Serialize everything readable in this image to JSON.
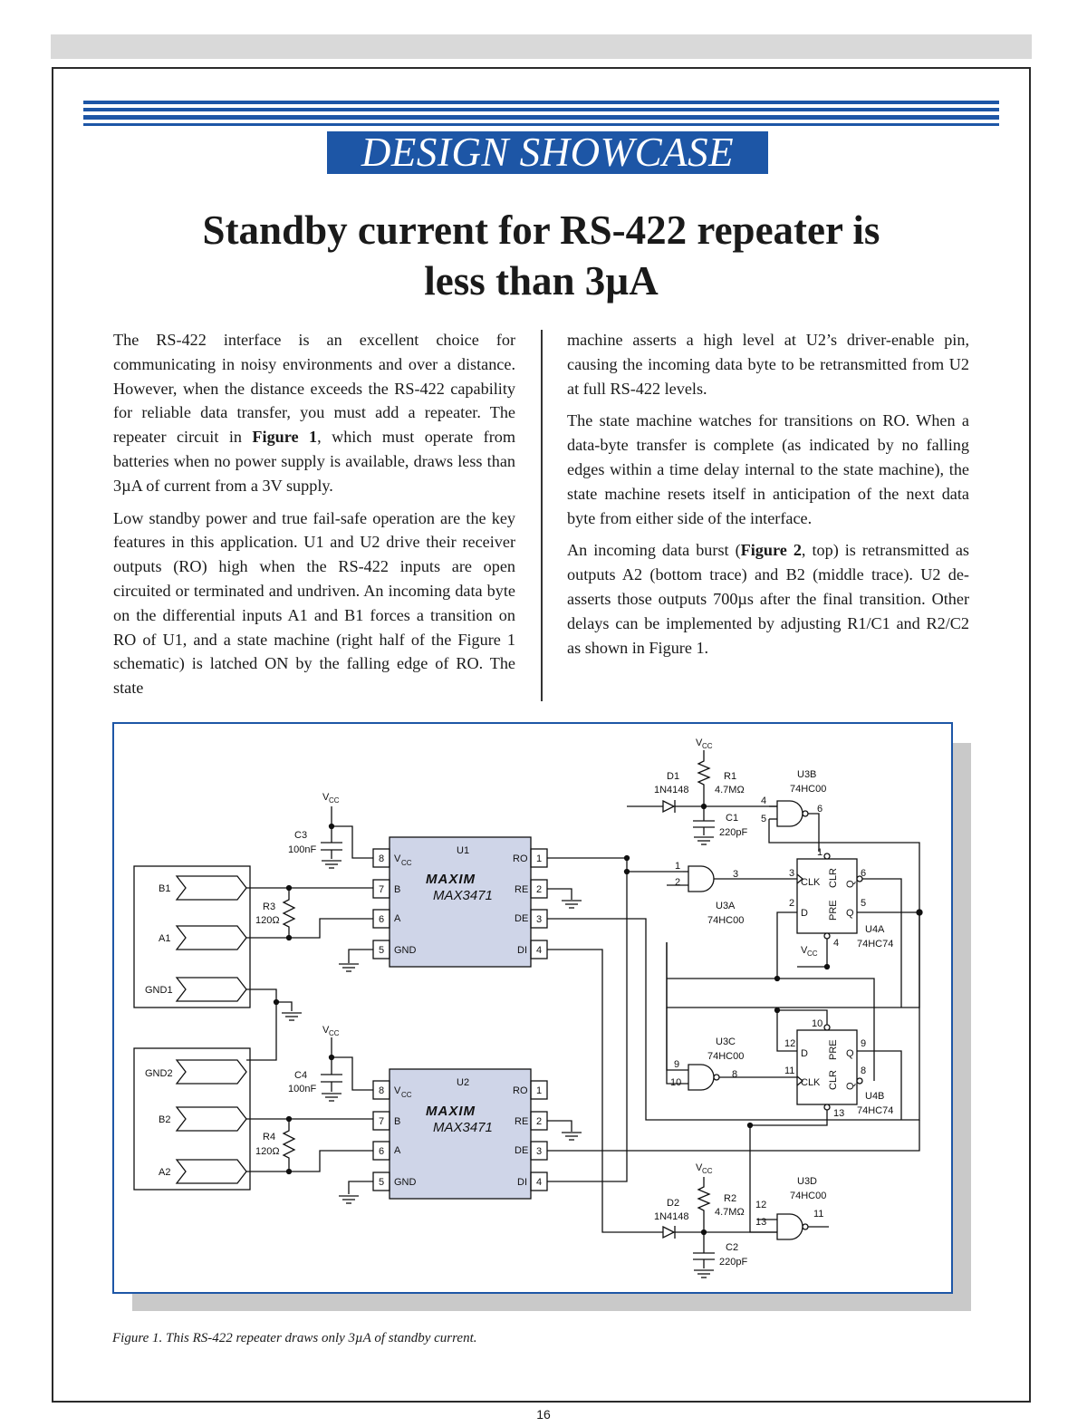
{
  "banner": "DESIGN SHOWCASE",
  "title_line1": "Standby current for RS-422 repeater is",
  "title_line2": "less than 3µA",
  "left_col": {
    "p1": {
      "a": "The RS-422 interface is an excellent choice for communicating in noisy environments and over a distance. However, when the distance exceeds the RS-422 capability for reliable data transfer, you must add a repeater. The repeater circuit in ",
      "b": "Figure 1",
      "c": ", which must operate from batteries when no power supply is available, draws less than 3µA of current from a 3V supply."
    },
    "p2": "Low standby power and true fail-safe operation are the key features in this application. U1 and U2 drive their receiver outputs (RO) high when the RS-422 inputs are open circuited or terminated and undriven. An incoming data byte on the differential inputs A1 and B1 forces a transition on RO of U1, and a state machine (right half of the Figure 1 schematic) is latched ON by the falling edge of RO. The state"
  },
  "right_col": {
    "p1": "machine asserts a high level at U2’s driver-enable pin, causing the incoming data byte to be retransmitted from U2 at full RS-422 levels.",
    "p2": "The state machine watches for transitions on RO. When a data-byte transfer is complete (as indicated by no falling edges within a time delay internal to the state machine), the state machine resets itself in anticipation of the next data byte from either side of the interface.",
    "p3": {
      "a": "An incoming data burst (",
      "b": "Figure 2",
      "c": ", top) is retransmitted as outputs A2 (bottom trace) and B2 (middle trace). U2 de-asserts those outputs 700µs after the final transition. Other delays can be implemented by adjusting R1/C1 and R2/C2 as shown in Figure 1."
    }
  },
  "schematic": {
    "vcc": "V",
    "vcc_sub": "CC",
    "u1": "U1",
    "u2": "U2",
    "chip": "MAX3471",
    "logo": "MAXIM",
    "pins_left": [
      {
        "num": "8",
        "name": "V",
        "sub": "CC"
      },
      {
        "num": "7",
        "name": "B"
      },
      {
        "num": "6",
        "name": "A"
      },
      {
        "num": "5",
        "name": "GND"
      }
    ],
    "pins_right": [
      {
        "num": "1",
        "name": "RO"
      },
      {
        "num": "2",
        "name": "RE"
      },
      {
        "num": "3",
        "name": "DE"
      },
      {
        "num": "4",
        "name": "DI"
      }
    ],
    "c3": {
      "ref": "C3",
      "val": "100nF"
    },
    "c4": {
      "ref": "C4",
      "val": "100nF"
    },
    "r3": {
      "ref": "R3",
      "val": "120Ω"
    },
    "r4": {
      "ref": "R4",
      "val": "120Ω"
    },
    "conn1": [
      "B1",
      "A1",
      "GND1"
    ],
    "conn2": [
      "GND2",
      "B2",
      "A2"
    ],
    "d1": {
      "ref": "D1",
      "val": "1N4148"
    },
    "d2": {
      "ref": "D2",
      "val": "1N4148"
    },
    "r1": {
      "ref": "R1",
      "val": "4.7MΩ"
    },
    "r2": {
      "ref": "R2",
      "val": "4.7MΩ"
    },
    "c1": {
      "ref": "C1",
      "val": "220pF"
    },
    "c2": {
      "ref": "C2",
      "val": "220pF"
    },
    "u3a": {
      "ref": "U3A",
      "val": "74HC00",
      "in1": "1",
      "in2": "2",
      "out": "3"
    },
    "u3b": {
      "ref": "U3B",
      "val": "74HC00",
      "in1": "4",
      "in2": "5",
      "out": "6"
    },
    "u3c": {
      "ref": "U3C",
      "val": "74HC00",
      "in1": "9",
      "in2": "10",
      "out": "8"
    },
    "u3d": {
      "ref": "U3D",
      "val": "74HC00",
      "in1": "12",
      "in2": "13",
      "out": "11"
    },
    "u4a": {
      "ref": "U4A",
      "val": "74HC74",
      "clr": "1",
      "clk": "3",
      "d": "2",
      "pre": "4",
      "qn": "6",
      "q": "5"
    },
    "u4b": {
      "ref": "U4B",
      "val": "74HC74",
      "pre": "10",
      "d": "12",
      "clk": "11",
      "clr": "13",
      "q": "9",
      "qn": "8"
    },
    "ff_labels": {
      "clk": "CLK",
      "d": "D",
      "q": "Q",
      "qn": "Q",
      "pre": "PRE",
      "clr": "CLR"
    }
  },
  "caption": "Figure 1. This RS-422 repeater draws only 3µA of standby current.",
  "page_number": "16"
}
